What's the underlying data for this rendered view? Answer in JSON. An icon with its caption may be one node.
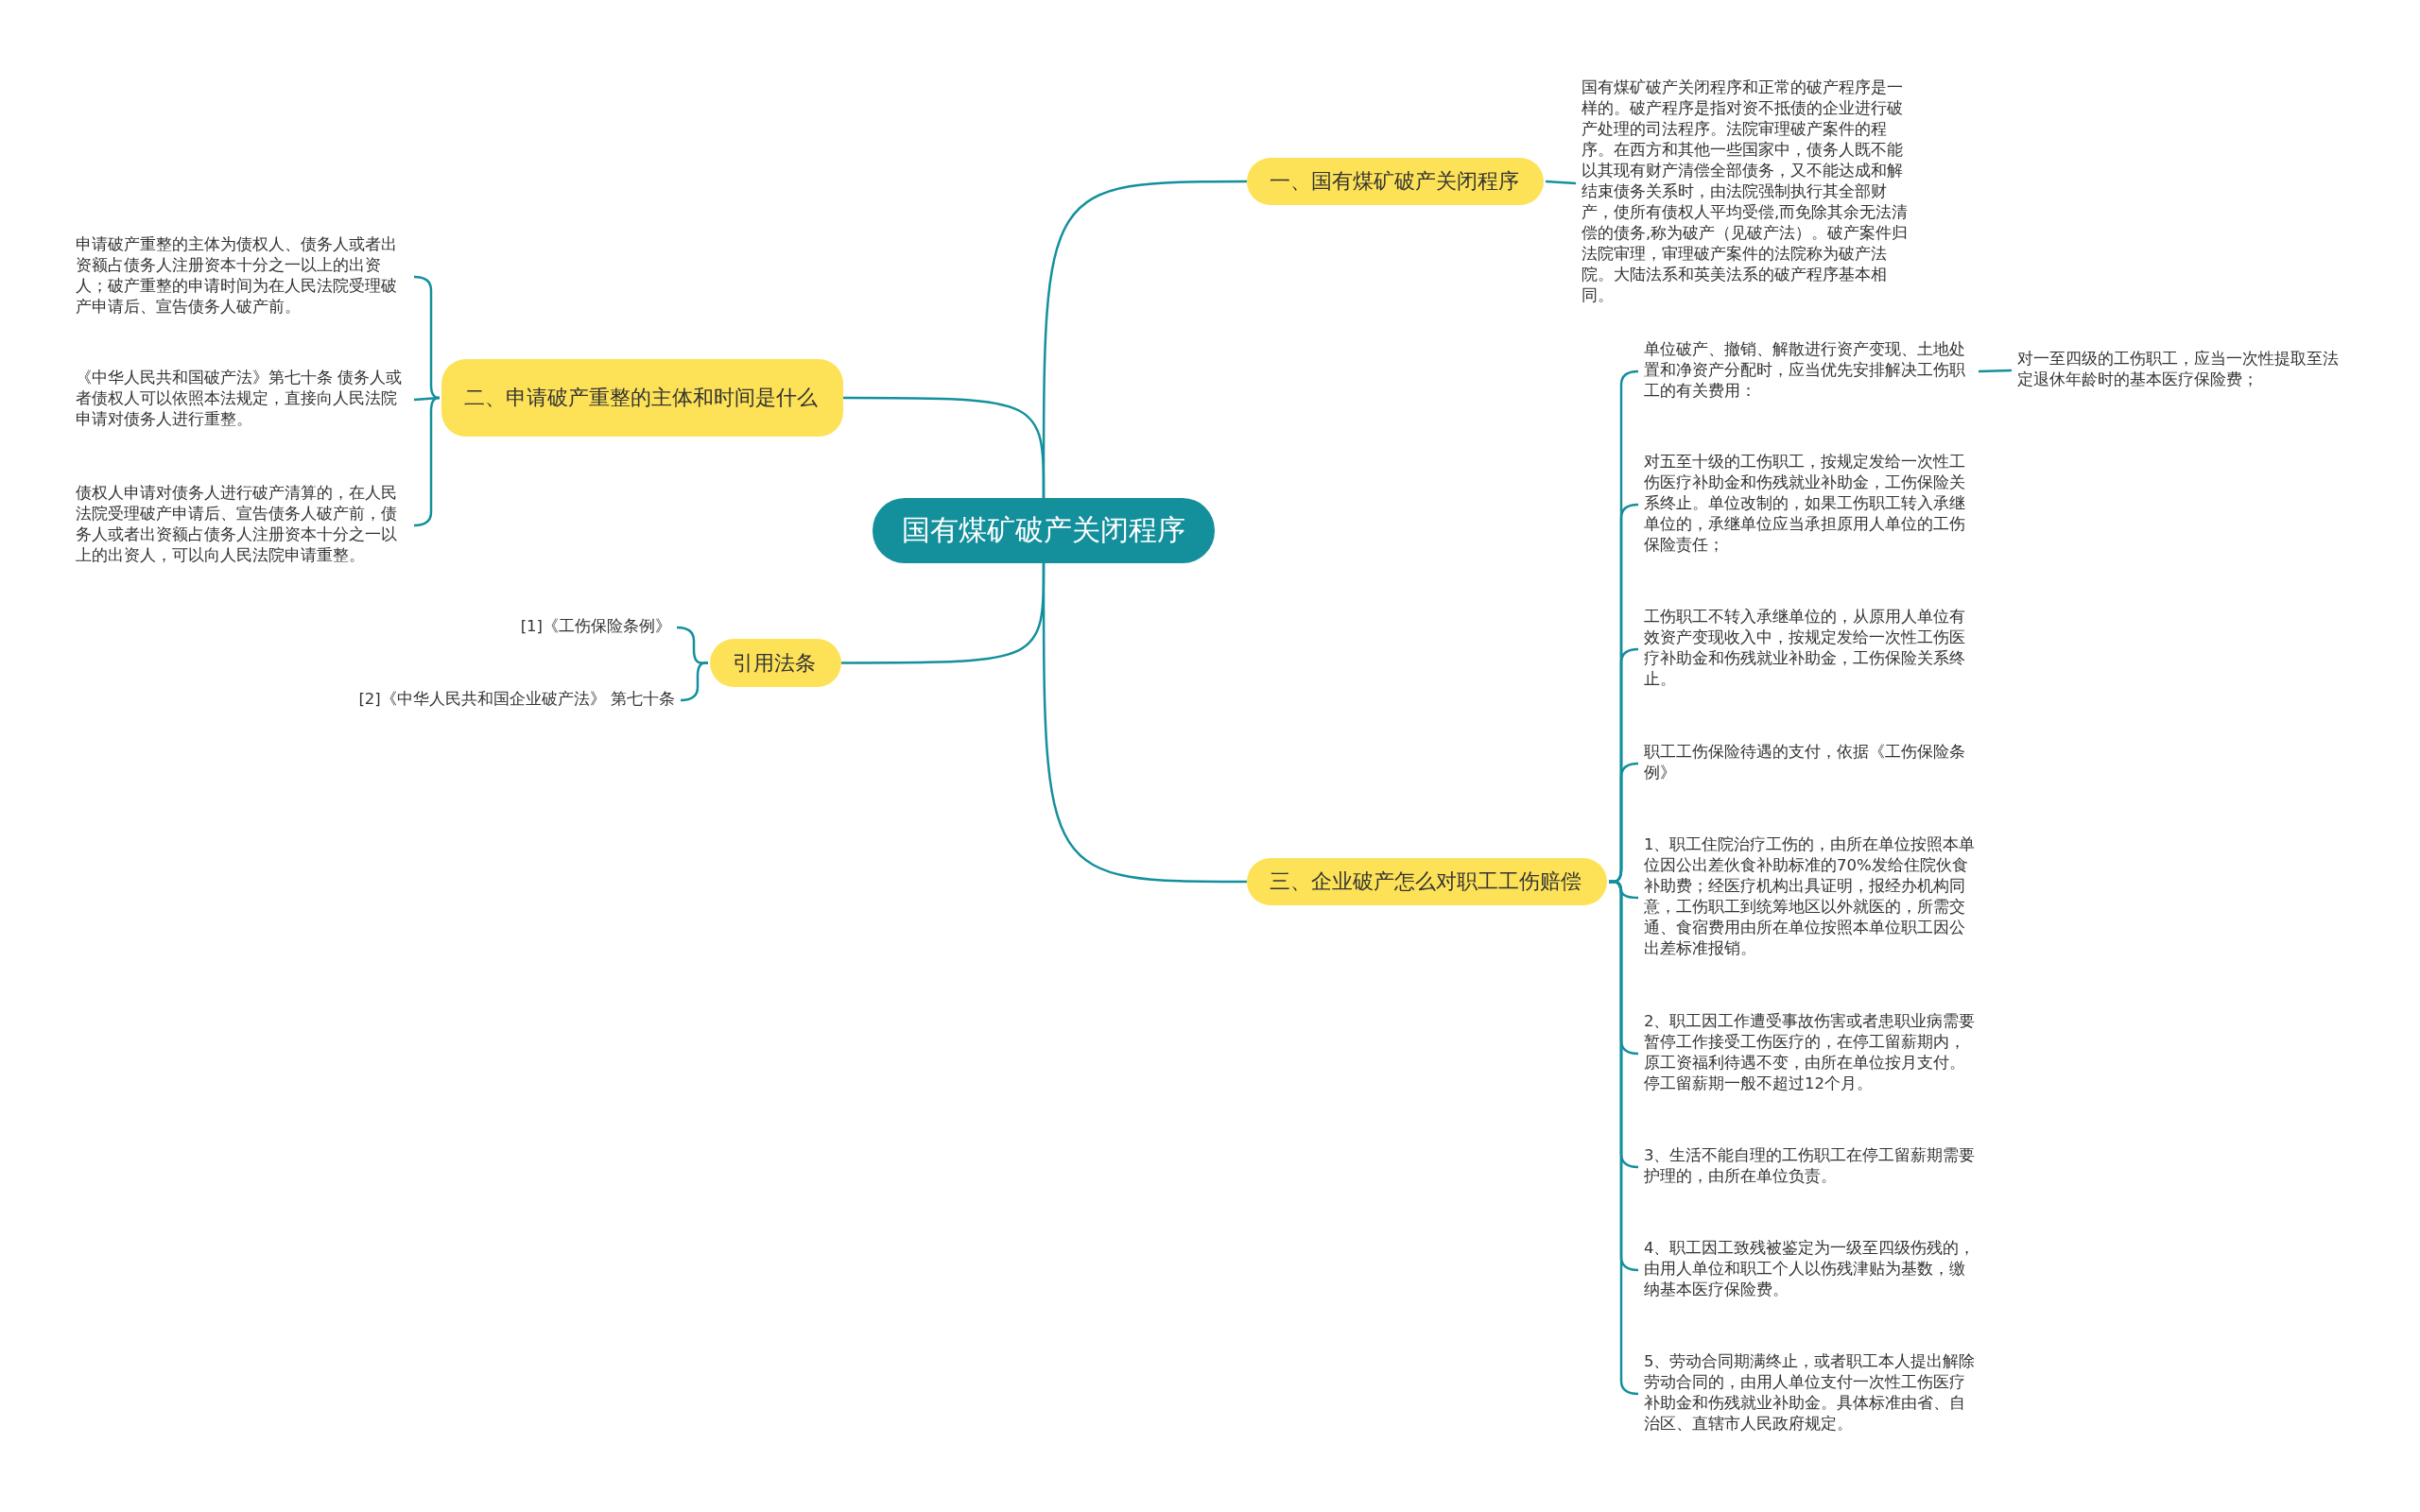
{
  "diagram": {
    "nodes": [
      {
        "text": [
          "国有煤矿破产关闭程序"
        ]
      },
      {
        "text": [
          "一、国有煤矿破产关闭程序"
        ]
      },
      {
        "text": [
          "国有煤矿破产关闭程序和正常的破产程序是一样的。破产程序是指对资不抵债的企业进行破产处理的司法程序。法院审理破产案件的程序。在西方和其他一些国家中，债务人既不能以其现有财产清偿全部债务，又不能达成和解结束债务关系时，由法院强制执行其全部财产，使所有债权人平均受偿,而免除其余无法清偿的债务,称为破产（见破产法）。破产案件归法院审理，审理破产案件的法院称为破产法院。大陆法系和英美法系的破产程序基本相同。"
        ]
      },
      {
        "text": [
          "二、申请破产重整的主体和时间是什么"
        ]
      },
      {
        "text": [
          "申请破产重整的主体为债权人、债务人或者出资额占债务人注册资本十分之一以上的出资人；破产重整的申请时间为在人民法院受理破产申请后、宣告债务人破产前。"
        ]
      },
      {
        "text": [
          "《中华人民共和国破产法》第七十条 债务人或者债权人可以依照本法规定，直接向人民法院申请对债务人进行重整。"
        ]
      },
      {
        "text": [
          "债权人申请对债务人进行破产清算的，在人民法院受理破产申请后、宣告债务人破产前，债务人或者出资额占债务人注册资本十分之一以上的出资人，可以向人民法院申请重整。"
        ]
      },
      {
        "text": [
          "引用法条"
        ]
      },
      {
        "text": [
          "[1]《工伤保险条例》"
        ]
      },
      {
        "text": [
          "[2]《中华人民共和国企业破产法》 第七十条"
        ]
      },
      {
        "text": [
          "三、企业破产怎么对职工工伤赔偿"
        ]
      },
      {
        "text": [
          "单位破产、撤销、解散进行资产变现、土地处置和净资产分配时，应当优先安排解决工伤职工的有关费用："
        ]
      },
      {
        "text": [
          "对一至四级的工伤职工，应当一次性提取至法定退休年龄时的基本医疗保险费；"
        ]
      },
      {
        "text": [
          "对五至十级的工伤职工，按规定发给一次性工伤医疗补助金和伤残就业补助金，工伤保险关系终止。单位改制的，如果工伤职工转入承继单位的，承继单位应当承担原用人单位的工伤保险责任；"
        ]
      },
      {
        "text": [
          "工伤职工不转入承继单位的，从原用人单位有效资产变现收入中，按规定发给一次性工伤医疗补助金和伤残就业补助金，工伤保险关系终止。"
        ]
      },
      {
        "text": [
          "职工工伤保险待遇的支付，依据《工伤保险条例》"
        ]
      },
      {
        "text": [
          "1、职工住院治疗工伤的，由所在单位按照本单位因公出差伙食补助标准的70%发给住院伙食补助费；经医疗机构出具证明，报经办机构同意，工伤职工到统筹地区以外就医的，所需交通、食宿费用由所在单位按照本单位职工因公出差标准报销。"
        ]
      },
      {
        "text": [
          "2、职工因工作遭受事故伤害或者患职业病需要暂停工作接受工伤医疗的，在停工留薪期内，原工资福利待遇不变，由所在单位按月支付。停工留薪期一般不超过12个月。"
        ]
      },
      {
        "text": [
          "3、生活不能自理的工伤职工在停工留薪期需要护理的，由所在单位负责。"
        ]
      },
      {
        "text": [
          "4、职工因工致残被鉴定为一级至四级伤残的，由用人单位和职工个人以伤残津贴为基数，缴纳基本医疗保险费。"
        ]
      },
      {
        "text": [
          "5、劳动合同期满终止，或者职工本人提出解除劳动合同的，由用人单位支付一次性工伤医疗补助金和伤残就业补助金。具体标准由省、自治区、直辖市人民政府规定。"
        ]
      }
    ],
    "edges": [
      {
        "from": 0,
        "to": 1,
        "arrow": "none"
      },
      {
        "from": 1,
        "to": 2,
        "arrow": "none"
      },
      {
        "from": 0,
        "to": 3,
        "arrow": "none"
      },
      {
        "from": 3,
        "to": 4,
        "arrow": "none"
      },
      {
        "from": 3,
        "to": 5,
        "arrow": "none"
      },
      {
        "from": 3,
        "to": 6,
        "arrow": "none"
      },
      {
        "from": 0,
        "to": 7,
        "arrow": "none"
      },
      {
        "from": 7,
        "to": 8,
        "arrow": "none"
      },
      {
        "from": 7,
        "to": 9,
        "arrow": "none"
      },
      {
        "from": 0,
        "to": 10,
        "arrow": "none"
      },
      {
        "from": 10,
        "to": 11,
        "arrow": "none"
      },
      {
        "from": 11,
        "to": 12,
        "arrow": "none"
      },
      {
        "from": 10,
        "to": 13,
        "arrow": "none"
      },
      {
        "from": 10,
        "to": 14,
        "arrow": "none"
      },
      {
        "from": 10,
        "to": 15,
        "arrow": "none"
      },
      {
        "from": 10,
        "to": 16,
        "arrow": "none"
      },
      {
        "from": 10,
        "to": 17,
        "arrow": "none"
      },
      {
        "from": 10,
        "to": 18,
        "arrow": "none"
      },
      {
        "from": 10,
        "to": 19,
        "arrow": "none"
      },
      {
        "from": 10,
        "to": 20,
        "arrow": "none"
      }
    ]
  }
}
